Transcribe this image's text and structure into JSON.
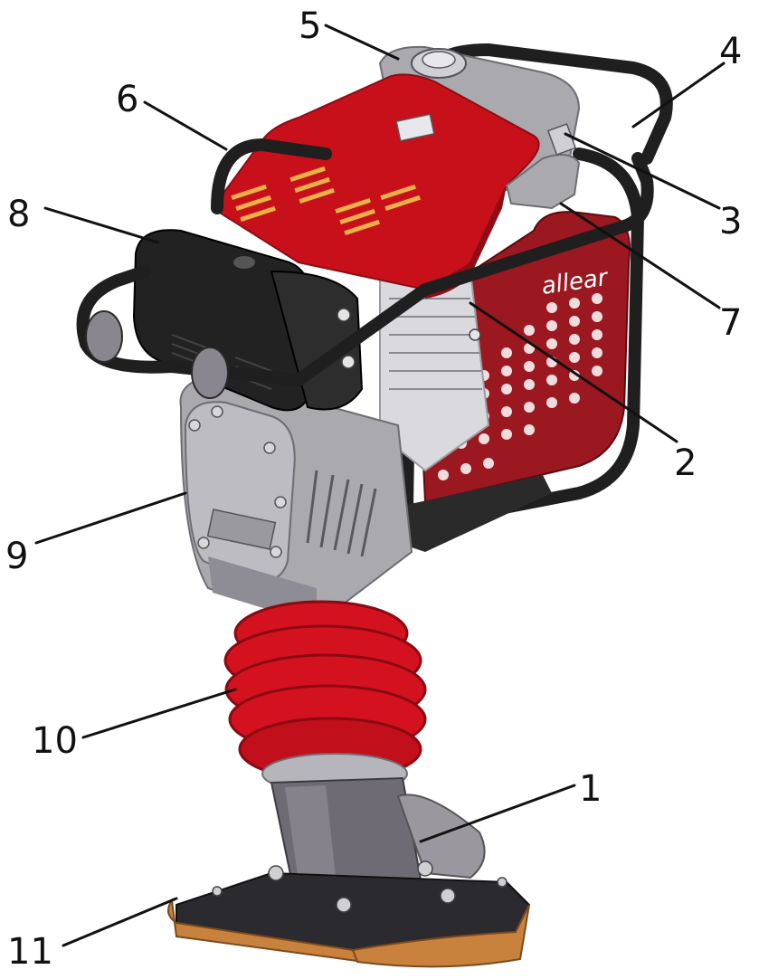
{
  "diagram": {
    "colors": {
      "frame": "#1f1f1f",
      "engine_cover": "#c8101b",
      "engine_cover_dark": "#8e0c14",
      "grey_metal": "#a9a9ae",
      "grey_dark": "#6f6c74",
      "bellows": "#d4111f",
      "bellows_dark": "#8a0a12",
      "shoe_wood": "#c9823d",
      "black_part": "#222222",
      "guard_plate": "#9b1820"
    },
    "guard_logo_text": "allear",
    "callouts": [
      {
        "label": "1"
      },
      {
        "label": "2"
      },
      {
        "label": "3"
      },
      {
        "label": "4"
      },
      {
        "label": "5"
      },
      {
        "label": "6"
      },
      {
        "label": "7"
      },
      {
        "label": "8"
      },
      {
        "label": "9"
      },
      {
        "label": "10"
      },
      {
        "label": "11"
      }
    ]
  }
}
